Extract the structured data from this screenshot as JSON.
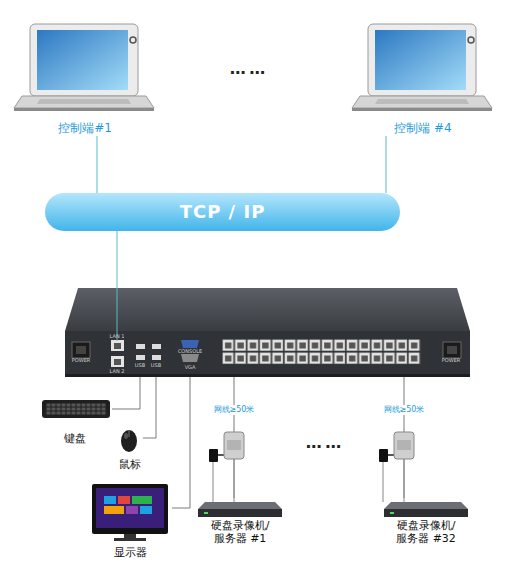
{
  "diagram": {
    "nodes": [
      {
        "text": [
          "控制端#1"
        ]
      },
      {
        "text": [
          "控制端 #4"
        ]
      },
      {
        "text": [
          "TCP / IP"
        ]
      },
      {
        "text": [
          "POWER",
          "LAN 1",
          "LAN 2",
          "USB",
          "USB",
          "CONSOLE",
          "VGA",
          "POWER"
        ]
      },
      {
        "text": [
          "键盘"
        ]
      },
      {
        "text": [
          "鼠标"
        ]
      },
      {
        "text": [
          "显示器"
        ]
      },
      {
        "text": [
          "硬盘录像机/ 服务器 #1"
        ]
      },
      {
        "text": [
          "硬盘录像机/ 服务器 #32"
        ]
      }
    ],
    "edges": [
      {
        "from": 0,
        "to": 2,
        "arrow": "none"
      },
      {
        "from": 1,
        "to": 2,
        "arrow": "none"
      },
      {
        "from": 2,
        "to": 3,
        "arrow": "none"
      },
      {
        "from": 3,
        "to": 4,
        "arrow": "none"
      },
      {
        "from": 3,
        "to": 5,
        "arrow": "none"
      },
      {
        "from": 3,
        "to": 6,
        "arrow": "none"
      },
      {
        "from": 3,
        "to": 7,
        "label": "网线≥50米",
        "arrow": "none"
      },
      {
        "from": 3,
        "to": 8,
        "label": "网线≥50米",
        "arrow": "none"
      }
    ],
    "labels": [
      "… …",
      "… …"
    ]
  }
}
